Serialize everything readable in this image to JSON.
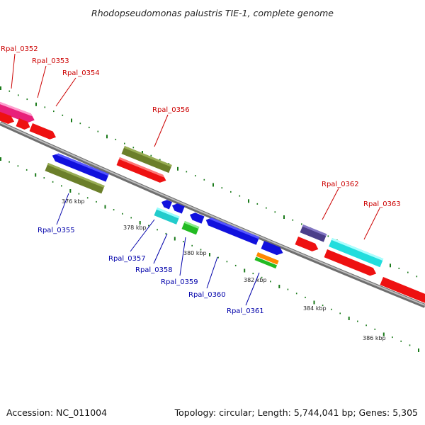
{
  "title": "Rhodopseudomonas palustris TIE-1, complete genome",
  "footer": {
    "accession": "Accession: NC_011004",
    "topology": "Topology: circular; Length: 5,744,041 bp; Genes: 5,305"
  },
  "colors": {
    "backbone": "#888888",
    "tick": "#1a7a1a",
    "forward_label": "#cc0000",
    "reverse_label": "#0000aa"
  },
  "scale_ticks": [
    "376 kbp",
    "378 kbp",
    "380 kbp",
    "382 kbp",
    "384 kbp",
    "386 kbp"
  ],
  "genes_forward": [
    {
      "label": "Rpal_0352",
      "color": "#e8207a"
    },
    {
      "label": "Rpal_0353",
      "color": "#ee1111"
    },
    {
      "label": "Rpal_0354",
      "color": "#ee1111"
    },
    {
      "label": "Rpal_0356",
      "color": "#6b7f2a"
    },
    {
      "label": "Rpal_0362",
      "color": "#4b3f8a"
    },
    {
      "label": "Rpal_0363",
      "color": "#22dddd"
    }
  ],
  "genes_reverse": [
    {
      "label": "Rpal_0355",
      "color": "#6b7f2a"
    },
    {
      "label": "Rpal_0357",
      "color": "#22cccc"
    },
    {
      "label": "Rpal_0358",
      "color": "#1111dd"
    },
    {
      "label": "Rpal_0359",
      "color": "#22bb22"
    },
    {
      "label": "Rpal_0360",
      "color": "#1111dd"
    },
    {
      "label": "Rpal_0361",
      "color": "#ff8800"
    }
  ]
}
